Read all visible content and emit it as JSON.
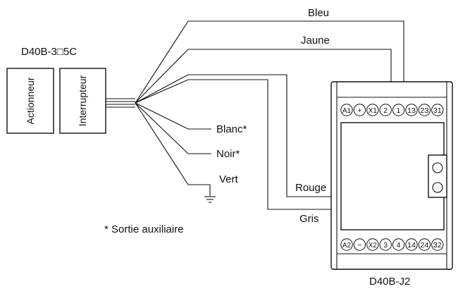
{
  "sensor": {
    "model": "D40B-3□5C",
    "actuator_label": "Actionneur",
    "switch_label": "Interrupteur"
  },
  "wires": {
    "blue": "Bleu",
    "yellow": "Jaune",
    "white": "Blanc*",
    "black": "Noir*",
    "green": "Vert",
    "red": "Rouge",
    "grey": "Gris"
  },
  "footnote": "* Sortie auxiliaire",
  "controller": {
    "model": "D40B-J2",
    "top_terminals": [
      "A1",
      "+",
      "X1",
      "2",
      "1",
      "13",
      "23",
      "31"
    ],
    "bottom_terminals": [
      "A2",
      "−",
      "X2",
      "3",
      "4",
      "14",
      "24",
      "32"
    ]
  }
}
